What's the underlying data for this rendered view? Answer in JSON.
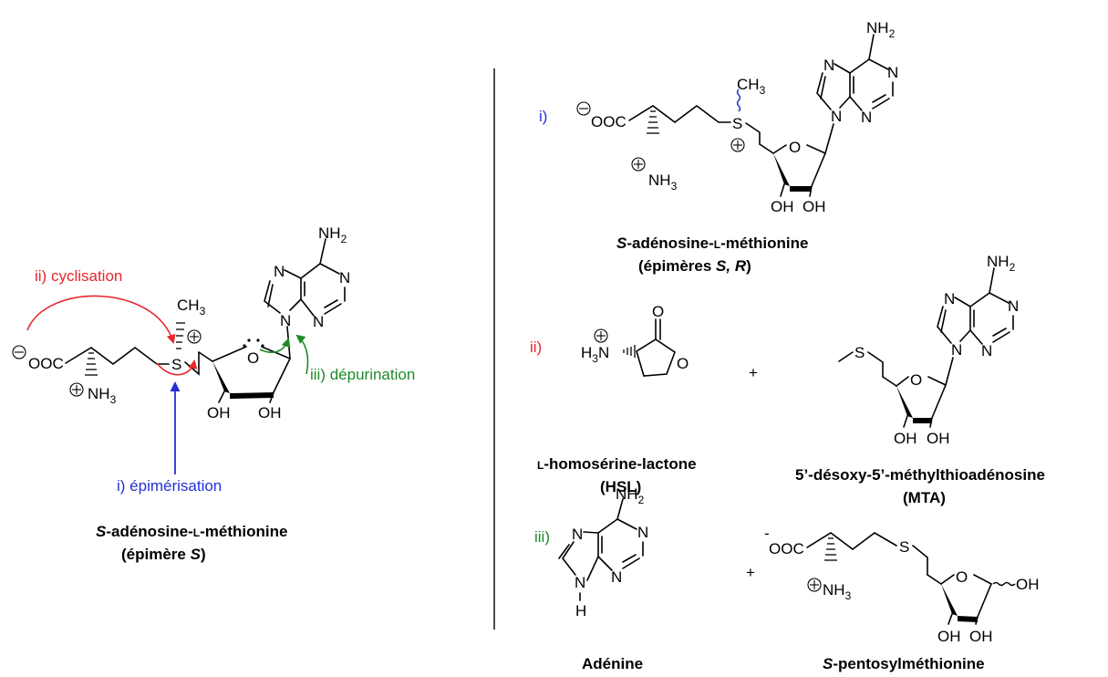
{
  "colors": {
    "red": "#e8262b",
    "blue": "#2330d6",
    "green": "#1f8a2a",
    "black": "#000000"
  },
  "left": {
    "step_cyclisation": "ii) cyclisation",
    "step_epimerisation": "i) épimérisation",
    "step_depurination": "iii) dépurination",
    "caption_s": "S",
    "caption_rest": "-adénosine-",
    "caption_l": "L",
    "caption_end": "-méthionine",
    "caption2_pre": "(épimère ",
    "caption2_s": "S",
    "caption2_post": ")"
  },
  "right": {
    "label_i": "i)",
    "label_ii": "ii)",
    "label_iii": "iii)",
    "plus": "+",
    "same_caption_s": "S",
    "same_caption_rest": "-adénosine-",
    "same_caption_l": "L",
    "same_caption_end": "-méthionine",
    "epimers_pre": "(épimères ",
    "epimers_sr": "S, R",
    "epimers_post": ")",
    "hsl_l": "L",
    "hsl_name": "-homosérine-lactone",
    "hsl_abbr": "(HSL)",
    "mta_name": "5’-désoxy-5’-méthylthioadénosine",
    "mta_abbr": "(MTA)",
    "adenine": "Adénine",
    "pentosyl_s": "S",
    "pentosyl_rest": "-pentosylméthionine"
  },
  "atoms": {
    "N": "N",
    "H": "H",
    "S": "S",
    "O": "O",
    "C": "C",
    "OH": "OH",
    "NH": "NH",
    "CH": "CH",
    "OOC": "OOC",
    "H3N": "H",
    "two": "2",
    "three": "3",
    "minus": "-"
  }
}
